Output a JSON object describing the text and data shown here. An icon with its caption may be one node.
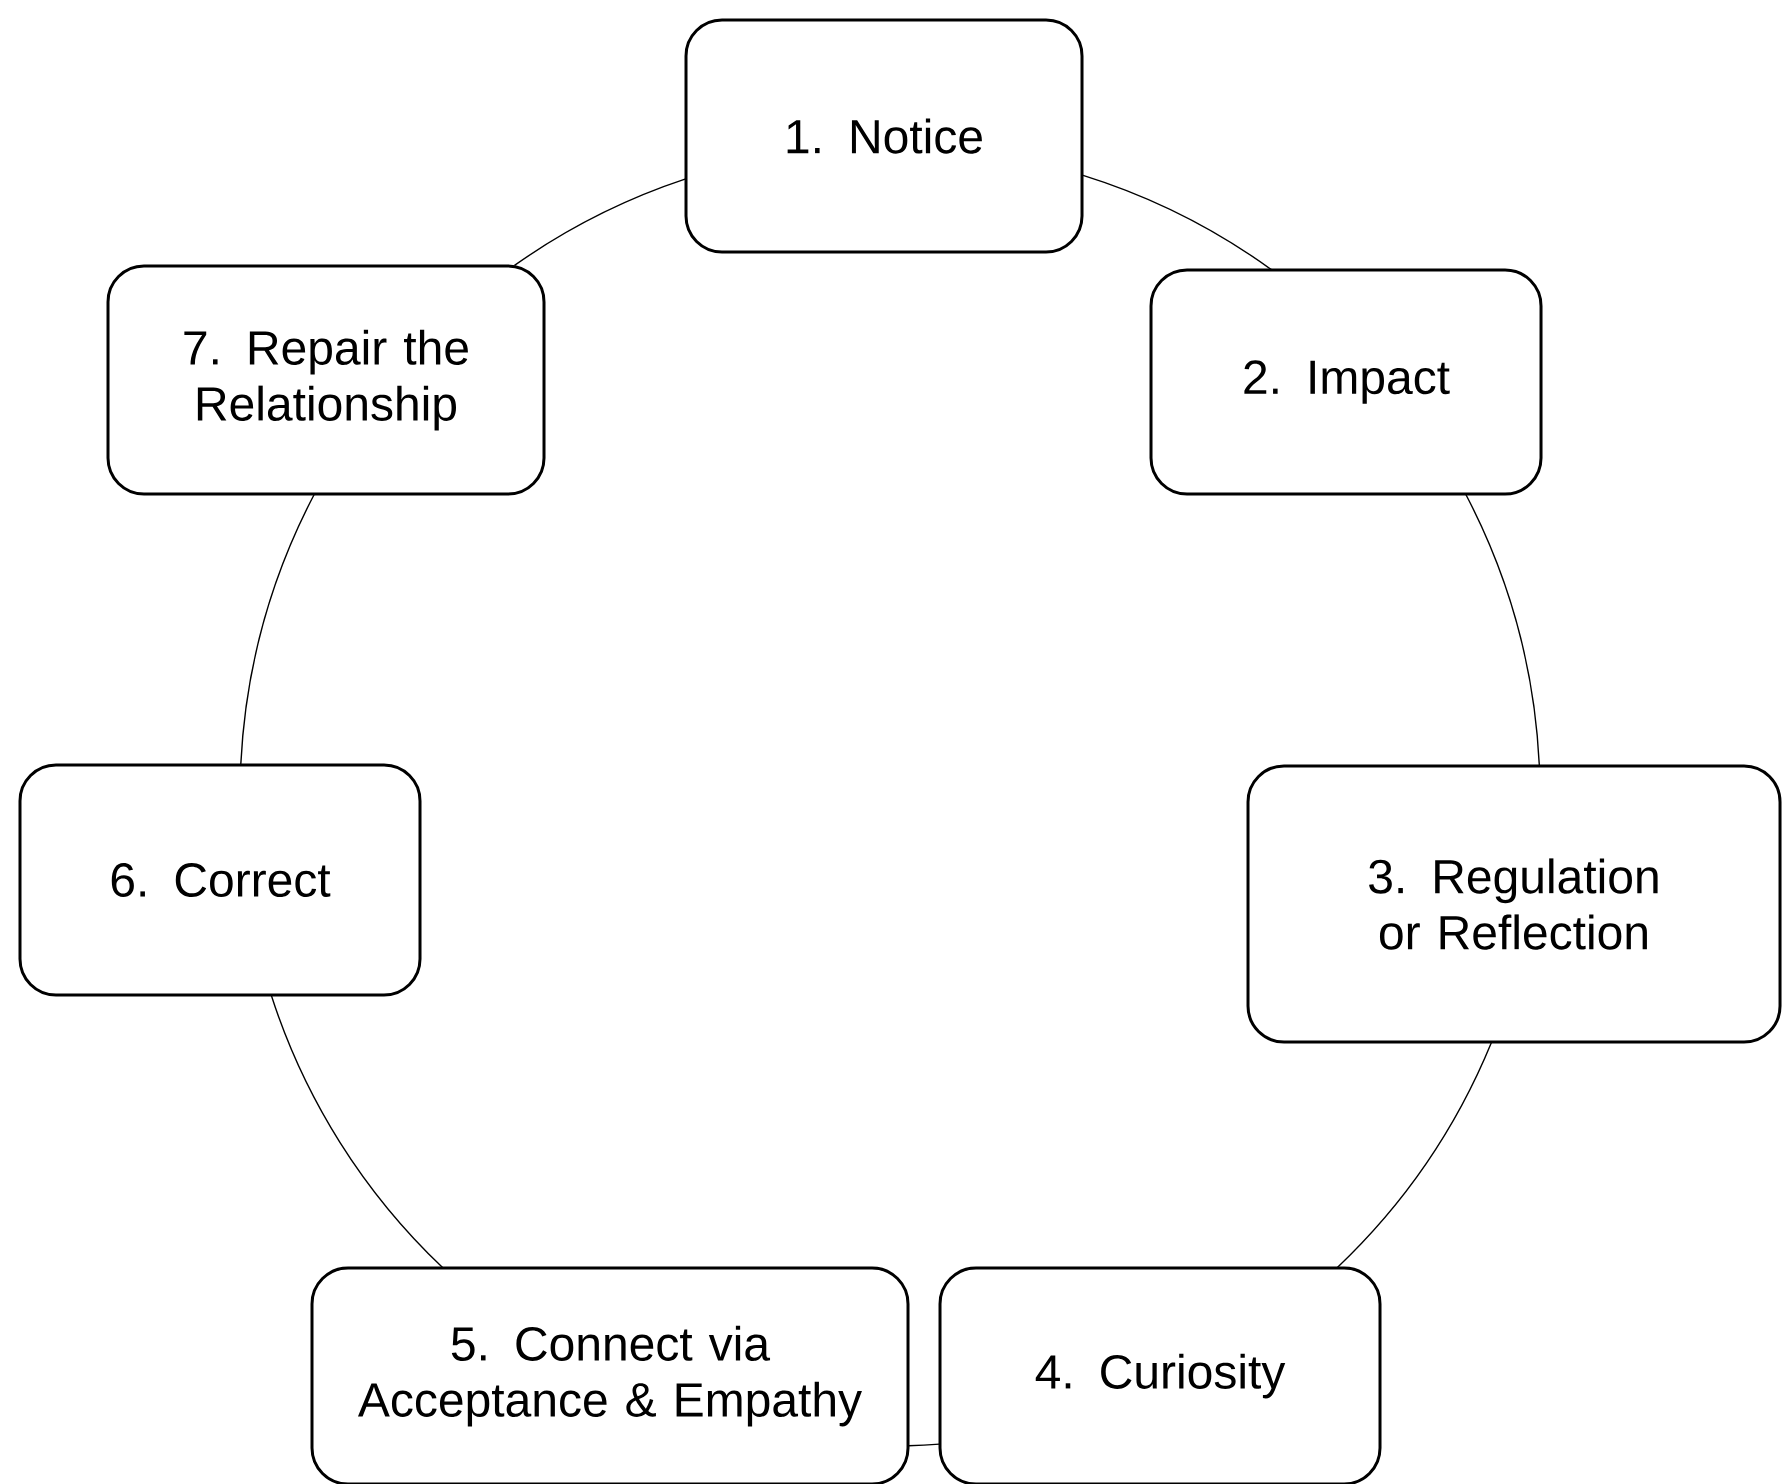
{
  "diagram": {
    "nodes": [
      {
        "text": [
          "1. Notice"
        ]
      },
      {
        "text": [
          "2. Impact"
        ]
      },
      {
        "text": [
          "3. Regulation or Reflection"
        ]
      },
      {
        "text": [
          "4. Curiosity"
        ]
      },
      {
        "text": [
          "5. Connect via Acceptance & Empathy"
        ]
      },
      {
        "text": [
          "6. Correct"
        ]
      },
      {
        "text": [
          "7. Repair the Relationship"
        ]
      }
    ],
    "edges": [
      {
        "from": 0,
        "to": 1,
        "arrow": "none"
      },
      {
        "from": 1,
        "to": 2,
        "arrow": "none"
      },
      {
        "from": 2,
        "to": 3,
        "arrow": "none"
      },
      {
        "from": 3,
        "to": 4,
        "arrow": "none"
      },
      {
        "from": 4,
        "to": 5,
        "arrow": "none"
      },
      {
        "from": 5,
        "to": 6,
        "arrow": "none"
      },
      {
        "from": 6,
        "to": 0,
        "arrow": "none"
      }
    ]
  }
}
